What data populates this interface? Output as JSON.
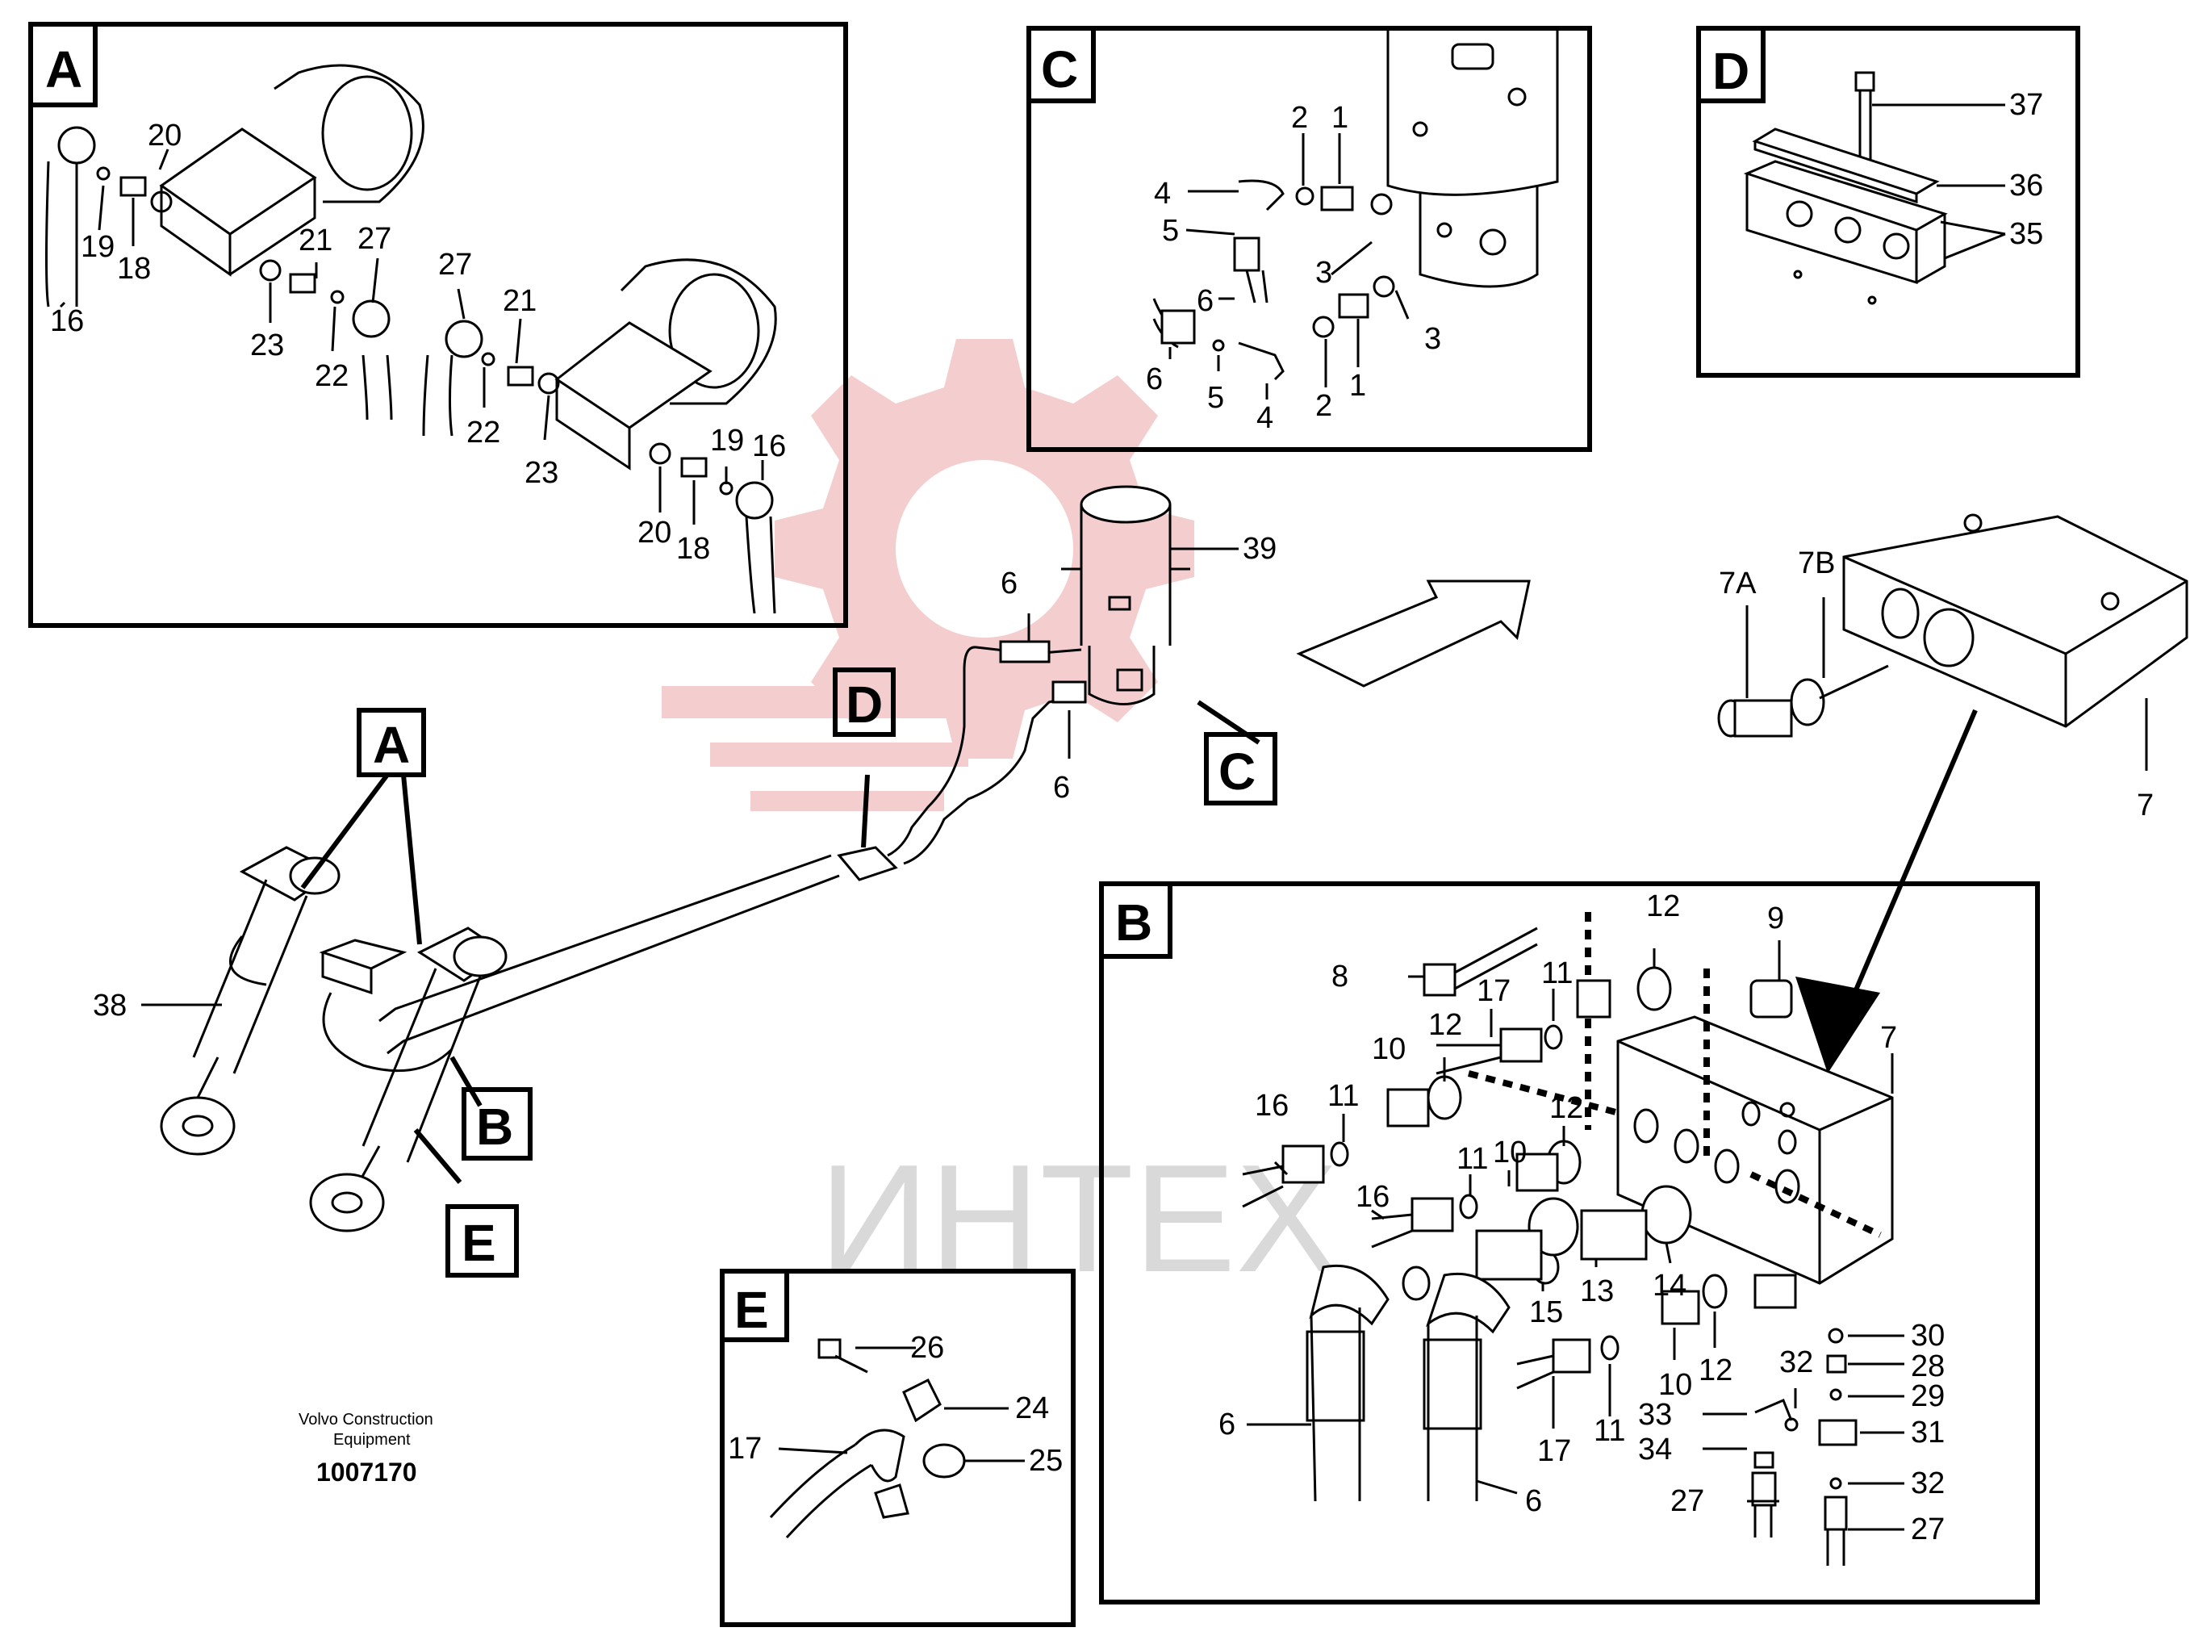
{
  "panels": {
    "A": {
      "label": "A"
    },
    "B": {
      "label": "B"
    },
    "C": {
      "label": "C"
    },
    "D": {
      "label": "D"
    },
    "E": {
      "label": "E"
    }
  },
  "main_callouts": {
    "A": "A",
    "B": "B",
    "C": "C",
    "D": "D",
    "E": "E"
  },
  "footer": {
    "company_line1": "Volvo Construction",
    "company_line2": "Equipment",
    "drawing_number": "1007170"
  },
  "watermark": {
    "text": "ИНТЕХ",
    "color": "#f2c4c4",
    "text_color": "#d9d9d9"
  },
  "labels": {
    "A": [
      "20",
      "19",
      "18",
      "16",
      "21",
      "27",
      "23",
      "22",
      "27",
      "21",
      "22",
      "23",
      "19",
      "16",
      "20",
      "18"
    ],
    "C": [
      "2",
      "1",
      "4",
      "5",
      "6",
      "3",
      "3",
      "6",
      "5",
      "4",
      "2",
      "1"
    ],
    "D": [
      "37",
      "36",
      "35"
    ],
    "main": [
      "39",
      "6",
      "6",
      "7A",
      "7B",
      "7",
      "38"
    ],
    "B": [
      "12",
      "9",
      "8",
      "17",
      "11",
      "7",
      "12",
      "10",
      "16",
      "11",
      "12",
      "10",
      "11",
      "16",
      "14",
      "15",
      "13",
      "30",
      "32",
      "28",
      "29",
      "6",
      "17",
      "11",
      "10",
      "12",
      "33",
      "31",
      "34",
      "32",
      "27",
      "27",
      "6"
    ],
    "E": [
      "26",
      "24",
      "17",
      "25"
    ]
  }
}
